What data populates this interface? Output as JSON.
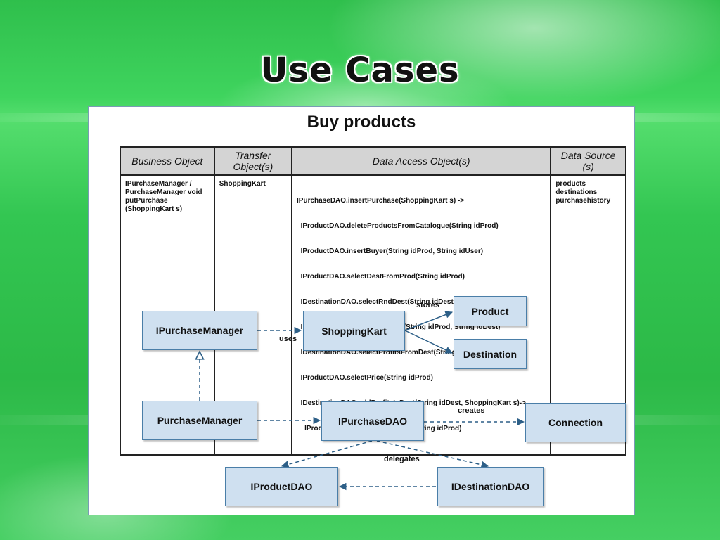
{
  "title": "Use Cases",
  "diagram_title": "Buy products",
  "table": {
    "headers": [
      "Business Object",
      "Transfer Object(s)",
      "Data Access Object(s)",
      "Data Source (s)"
    ],
    "business_object": [
      "IPurchaseManager /",
      "PurchaseManager void",
      "putPurchase",
      "(ShoppingKart s)"
    ],
    "transfer_objects": [
      "ShoppingKart"
    ],
    "data_access_objects": [
      "IPurchaseDAO.insertPurchase(ShoppingKart s) ->",
      "  IProductDAO.deleteProductsFromCatalogue(String idProd)",
      "  IProductDAO.insertBuyer(String idProd, String idUser)",
      "  IProductDAO.selectDestFromProd(String idProd)",
      "  IDestinationDAO.selectRndDest(String idDest)",
      "  IProductDAO.insertDestInProd(String idProd, String idDest)",
      "  IDestinationDAO.selectProfitsFromDest(String idDest)",
      "  IProductDAO.selectPrice(String idProd)",
      "  IDestinationDAO.addProfitsInDest(String idDest, ShoppingKart s)->",
      "    IProductDAO.selectProductById(String idProd)"
    ],
    "data_sources": [
      "products",
      "destinations",
      "purchasehistory"
    ]
  },
  "nodes": {
    "ipurchasemanager": "IPurchaseManager",
    "shoppingkart": "ShoppingKart",
    "product": "Product",
    "destination": "Destination",
    "purchasemanager": "PurchaseManager",
    "ipurchasedao": "IPurchaseDAO",
    "connection": "Connection",
    "iproductdao": "IProductDAO",
    "idestinationdao": "IDestinationDAO"
  },
  "edge_labels": {
    "uses": "uses",
    "stores": "stores",
    "creates": "creates",
    "delegates": "delegates"
  }
}
